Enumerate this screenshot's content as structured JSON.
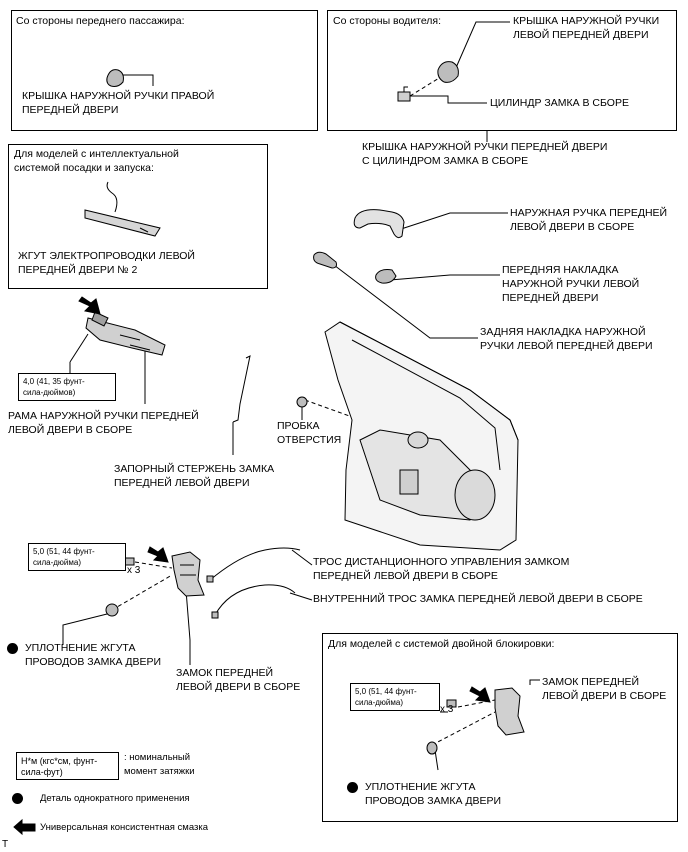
{
  "passenger_box": {
    "title": "Со стороны переднего пассажира:",
    "label": [
      "КРЫШКА НАРУЖНОЙ РУЧКИ ПРАВОЙ",
      "ПЕРЕДНЕЙ ДВЕРИ"
    ]
  },
  "driver_box": {
    "title": "Со стороны водителя:",
    "cover_label": [
      "КРЫШКА НАРУЖНОЙ РУЧКИ",
      "ЛЕВОЙ ПЕРЕДНЕЙ ДВЕРИ"
    ],
    "cylinder_label": "ЦИЛИНДР ЗАМКА В СБОРЕ"
  },
  "cover_with_cylinder": [
    "КРЫШКА НАРУЖНОЙ РУЧКИ ПЕРЕДНЕЙ ДВЕРИ",
    "С ЦИЛИНДРОМ ЗАМКА В СБОРЕ"
  ],
  "smart_box": {
    "title": [
      "Для моделей с интеллектуальной",
      "системой посадки и запуска:"
    ],
    "label": [
      "ЖГУТ ЭЛЕКТРОПРОВОДКИ ЛЕВОЙ",
      "ПЕРЕДНЕЙ ДВЕРИ № 2"
    ]
  },
  "outside_handle": [
    "НАРУЖНАЯ РУЧКА ПЕРЕДНЕЙ",
    "ЛЕВОЙ ДВЕРИ В СБОРЕ"
  ],
  "front_pad": [
    "ПЕРЕДНЯЯ НАКЛАДКА",
    "НАРУЖНОЙ РУЧКИ ЛЕВОЙ",
    "ПЕРЕДНЕЙ ДВЕРИ"
  ],
  "rear_pad": [
    "ЗАДНЯЯ НАКЛАДКА НАРУЖНОЙ",
    "РУЧКИ ЛЕВОЙ ПЕРЕДНЕЙ ДВЕРИ"
  ],
  "frame_torque": [
    "4,0 (41, 35 фунт-",
    "сила-дюймов)"
  ],
  "frame_label": [
    "РАМА НАРУЖНОЙ РУЧКИ ПЕРЕДНЕЙ",
    "ЛЕВОЙ ДВЕРИ В СБОРЕ"
  ],
  "plug_label": [
    "ПРОБКА",
    "ОТВЕРСТИЯ"
  ],
  "rod_label": [
    "ЗАПОРНЫЙ СТЕРЖЕНЬ ЗАМКА",
    "ПЕРЕДНЕЙ ЛЕВОЙ ДВЕРИ"
  ],
  "lock_torque": [
    "5,0 (51, 44 фунт-",
    "сила-дюйма)"
  ],
  "x3": "x 3",
  "remote_cable": [
    "ТРОС ДИСТАНЦИОННОГО УПРАВЛЕНИЯ ЗАМКОМ",
    "ПЕРЕДНЕЙ ЛЕВОЙ ДВЕРИ В СБОРЕ"
  ],
  "inside_cable": "ВНУТРЕННИЙ ТРОС ЗАМКА ПЕРЕДНЕЙ ЛЕВОЙ ДВЕРИ В СБОРЕ",
  "seal_label": [
    "УПЛОТНЕНИЕ ЖГУТА",
    "ПРОВОДОВ ЗАМКА ДВЕРИ"
  ],
  "lock_label": [
    "ЗАМОК ПЕРЕДНЕЙ",
    "ЛЕВОЙ ДВЕРИ В СБОРЕ"
  ],
  "double_box": {
    "title": "Для моделей с системой двойной блокировки:",
    "torque": [
      "5,0 (51, 44 фунт-",
      "сила-дюйма)"
    ],
    "x3": "x 3",
    "lock_label": [
      "ЗАМОК ПЕРЕДНЕЙ",
      "ЛЕВОЙ ДВЕРИ В СБОРЕ"
    ],
    "seal_label": [
      "УПЛОТНЕНИЕ ЖГУТА",
      "ПРОВОДОВ ЗАМКА ДВЕРИ"
    ]
  },
  "legend": {
    "unit_box": [
      "Н*м (кгс*см, фунт-",
      "сила-фут)"
    ],
    "unit_desc": [
      ": номинальный",
      "момент затяжки"
    ],
    "single_use": "Деталь однократного применения",
    "grease": "Универсальная консистентная смазка"
  },
  "corner_mark": "T"
}
